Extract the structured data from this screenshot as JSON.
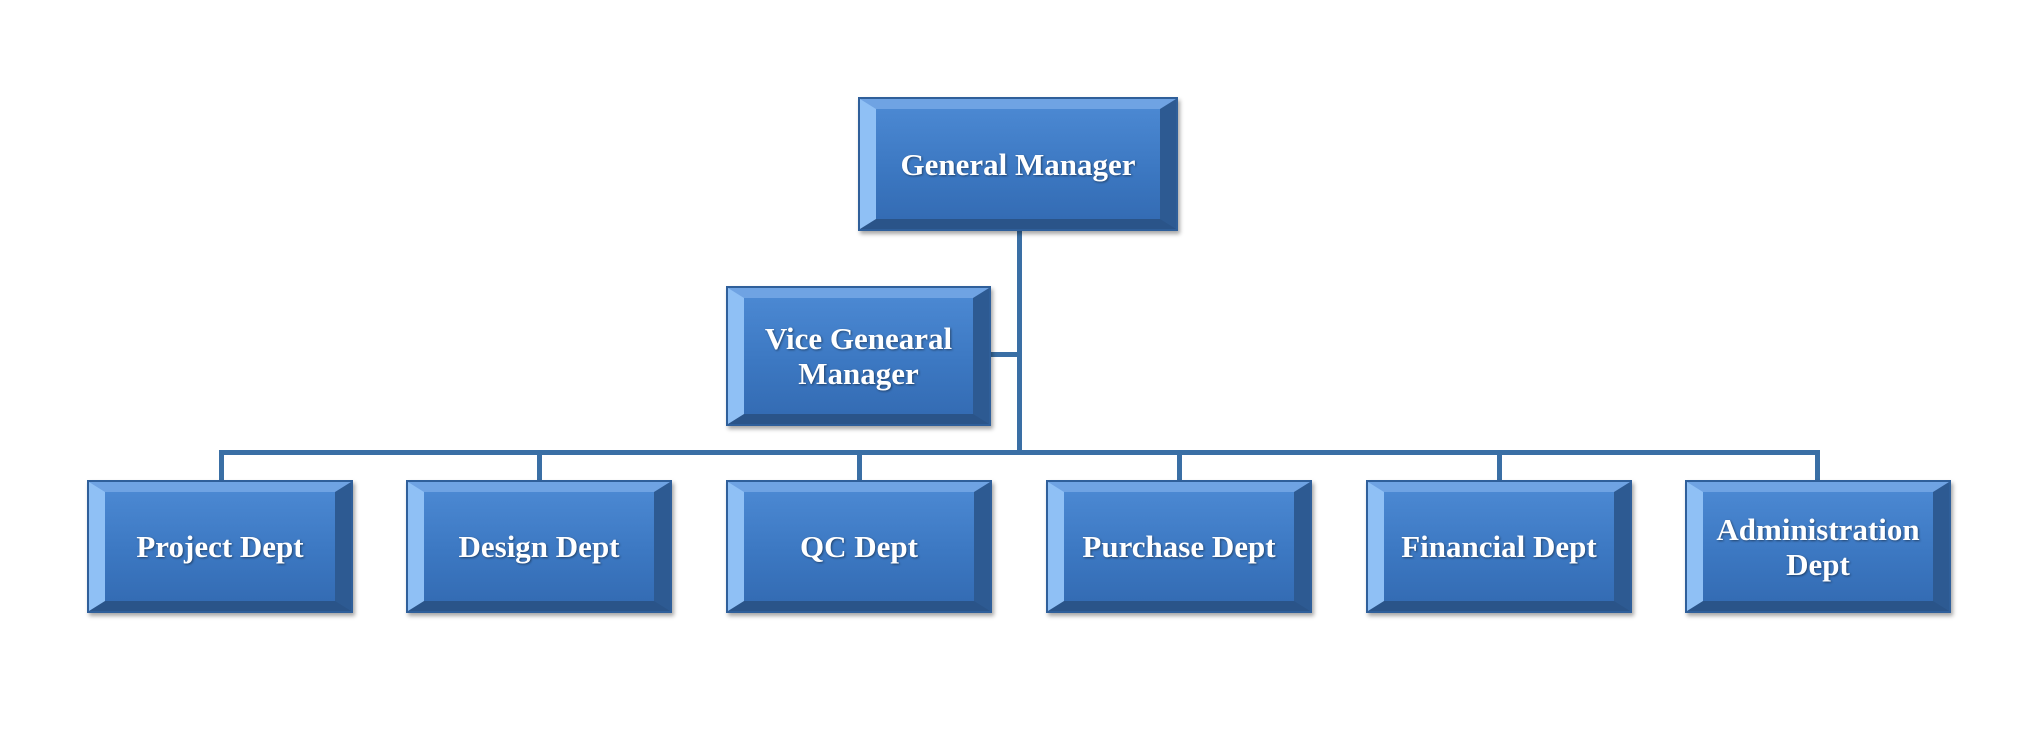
{
  "diagram": {
    "type": "org-chart",
    "colors": {
      "box": "#3f7bc4",
      "connector": "#3a6fa5",
      "text": "#ffffff"
    },
    "root": {
      "label": "General Manager"
    },
    "assistant": {
      "label": "Vice Genearal Manager"
    },
    "departments": [
      {
        "label": "Project Dept"
      },
      {
        "label": "Design Dept"
      },
      {
        "label": "QC Dept"
      },
      {
        "label": "Purchase Dept"
      },
      {
        "label": "Financial Dept"
      },
      {
        "label": "Administration Dept"
      }
    ]
  }
}
